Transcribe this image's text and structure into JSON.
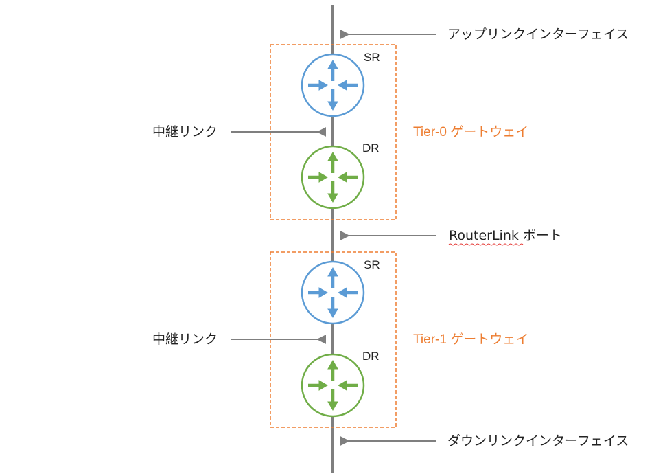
{
  "labels": {
    "uplink": "アップリンクインターフェイス",
    "transit_link_top": "中継リンク",
    "routerlink_name": "RouterLink",
    "routerlink_suffix": " ポート",
    "transit_link_bottom": "中継リンク",
    "downlink": "ダウンリンクインターフェイス"
  },
  "gateways": [
    {
      "label": "Tier-0 ゲートウェイ",
      "sr_label": "SR",
      "dr_label": "DR"
    },
    {
      "label": "Tier-1 ゲートウェイ",
      "sr_label": "SR",
      "dr_label": "DR"
    }
  ],
  "colors": {
    "line": "#7f7f7f",
    "box_border": "#ed7d31",
    "gateway_label": "#ed7d31",
    "sr_color": "#5b9bd5",
    "dr_color": "#70ad47",
    "spellcheck_underline": "#e53935"
  },
  "icons": {
    "sr": "router-icon",
    "dr": "router-icon"
  }
}
